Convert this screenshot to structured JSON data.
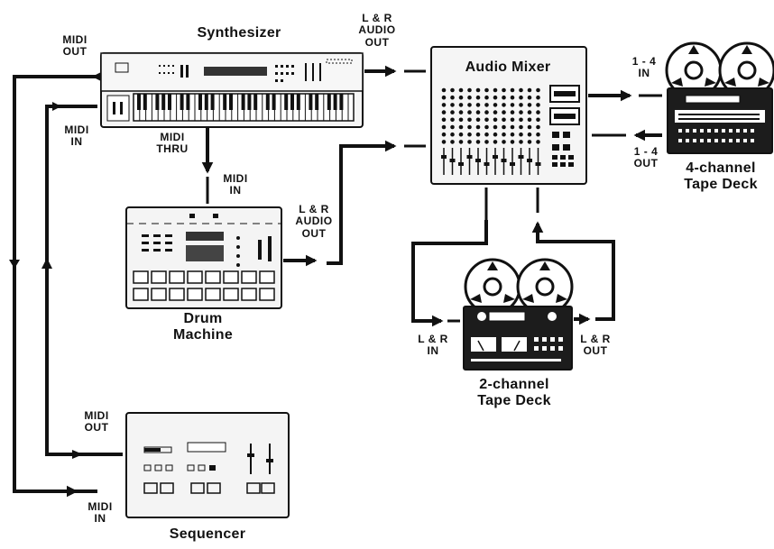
{
  "devices": {
    "synthesizer": {
      "title": "Synthesizer"
    },
    "drum_machine": {
      "title": "Drum\nMachine"
    },
    "sequencer": {
      "title": "Sequencer"
    },
    "audio_mixer": {
      "title": "Audio Mixer"
    },
    "four_channel_deck": {
      "title": "4-channel\nTape Deck"
    },
    "two_channel_deck": {
      "title": "2-channel\nTape Deck"
    }
  },
  "labels": {
    "synth_midi_out": "MIDI\nOUT",
    "synth_midi_in": "MIDI\nIN",
    "synth_midi_thru": "MIDI\nTHRU",
    "synth_audio_out": "L & R\nAUDIO\nOUT",
    "drum_midi_in": "MIDI\nIN",
    "drum_audio_out": "L & R\nAUDIO\nOUT",
    "seq_midi_out": "MIDI\nOUT",
    "seq_midi_in": "MIDI\nIN",
    "deck4_in": "1 - 4\nIN",
    "deck4_out": "1 - 4\nOUT",
    "deck2_in": "L & R\nIN",
    "deck2_out": "L & R\nOUT"
  },
  "colors": {
    "ink": "#111111",
    "paper": "#ffffff",
    "panel": "#f4f4f4"
  }
}
